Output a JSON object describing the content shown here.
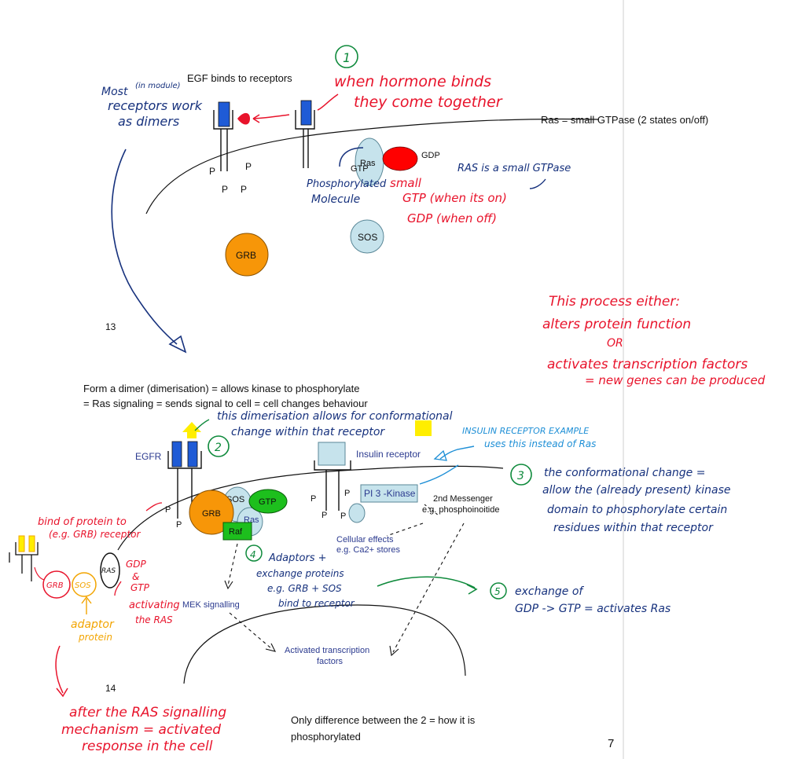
{
  "page_number": "7",
  "slide_numbers": {
    "top": "13",
    "bottom": "14"
  },
  "top_slide": {
    "title": "EGF binds to receptors",
    "ras_note": "Ras = small GTPase (2 states on/off)",
    "labels": {
      "ras": "Ras",
      "gtp": "GTP",
      "gdp": "GDP",
      "sos": "SOS",
      "grb": "GRB",
      "p": "P"
    }
  },
  "bottom_slide": {
    "line1": "Form a dimer (dimerisation) = allows kinase to phosphorylate",
    "line2": "= Ras signaling = sends signal to cell = cell changes behaviour",
    "egfr": "EGFR",
    "insulin_receptor": "Insulin receptor",
    "pi3k": "PI 3 -Kinase",
    "messenger_line1": "2nd Messenger",
    "messenger_line2": "e.g. phosphoinoitide",
    "cellular_line1": "Cellular effects",
    "cellular_line2": "e.g. Ca2+ stores",
    "mek": "MEK signalling",
    "atf_line1": "Activated transcription",
    "atf_line2": "factors",
    "labels": {
      "grb": "GRB",
      "sos": "SOS",
      "gtp": "GTP",
      "ras": "Ras",
      "raf": "Raf",
      "p": "P"
    },
    "only_diff_line1": "Only difference between the 2 = how it is",
    "only_diff_line2": "phosphorylated"
  },
  "handwritten": {
    "n1": "1",
    "hormone_line1": "when hormone binds",
    "hormone_line2": "they come together",
    "dimers_line1": "Most",
    "dimers_in_module": "(in module)",
    "dimers_line2": "receptors work",
    "dimers_line3": "as dimers",
    "phos_line1": "Phosphorylated",
    "phos_line2": "Molecule",
    "small": "small",
    "ras_gtpase": "RAS is a small GTPase",
    "gtp_on": "GTP (when its on)",
    "gdp_off": "GDP (when off)",
    "process_title": "This process either:",
    "process_b1": "alters protein function",
    "process_or": "OR",
    "process_b2": "activates transcription factors",
    "process_b2b": "= new genes can be produced",
    "dimerisation_line1": "this dimerisation allows for conformational",
    "dimerisation_line2": "change within that receptor",
    "n2": "2",
    "insulin_ex": "INSULIN RECEPTOR EXAMPLE",
    "insulin_uses": "uses this instead of Ras",
    "n3": "3",
    "conf_line1": "the conformational change =",
    "conf_line2": "allow the (already present) kinase",
    "conf_line3": "domain to phosphorylate certain",
    "conf_line4": "residues within that receptor",
    "bind_line1": "bind of protein to",
    "bind_line2": "(e.g. GRB) receptor",
    "n4": "4",
    "adaptors_line1": "Adaptors +",
    "adaptors_line2": "exchange proteins",
    "adaptors_line3": "e.g. GRB + SOS",
    "adaptors_line4": "bind to receptor",
    "n5": "5",
    "exchange_line1": "exchange of",
    "exchange_line2": "GDP -> GTP = activates Ras",
    "mini_grb": "GRB",
    "mini_sos": "SOS",
    "mini_ras": "RAS",
    "gdp_to_gtp_1": "GDP",
    "gdp_to_gtp_2": "&",
    "gdp_to_gtp_3": "GTP",
    "activating_1": "activating",
    "activating_2": "the RAS",
    "adaptor_1": "adaptor",
    "adaptor_2": "protein",
    "after_line1": "after the RAS signalling",
    "after_line2": "mechanism = activated",
    "after_line3": "response in the cell"
  },
  "colors": {
    "red_ink": "#e8132b",
    "blue_ink": "#16317d",
    "green_ink": "#0f8a3c",
    "cyan_ink": "#1e8fd6",
    "orange_ink": "#f2a400",
    "highlight": "#ffee00",
    "receptor_blue": "#1f5bd6",
    "grb_orange": "#f79608",
    "ras_light": "#c6e3ec",
    "gtp_green": "#1dbf1d",
    "gdp_red": "#ff0000"
  }
}
